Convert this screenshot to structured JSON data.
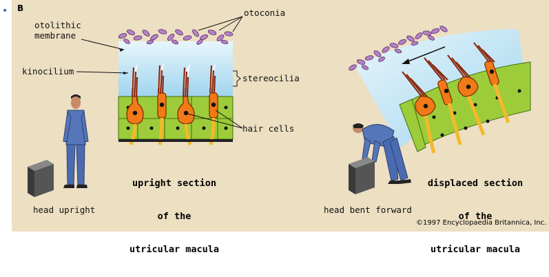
{
  "figure": {
    "bullet": "•",
    "panel_letter": "B",
    "labels": {
      "otolithic_membrane_line1": "otolithic",
      "otolithic_membrane_line2": "membrane",
      "otoconia": "otoconia",
      "kinocilium": "kinocilium",
      "stereocilia": "stereocilia",
      "hair_cells": "hair cells"
    },
    "upright_caption": [
      "upright section",
      "of the",
      "utricular macula"
    ],
    "displaced_caption": [
      "displaced section",
      "of the",
      "utricular macula"
    ],
    "head_upright": "head upright",
    "head_bent_forward": "head bent forward",
    "copyright": "©1997 Encyclopaedia Britannica, Inc."
  },
  "colors": {
    "background": "#ecdfc2",
    "membrane": "#bfe3f5",
    "otoconia": "#b483c4",
    "hair_cell": "#f07a18",
    "support_cell": "#9ccc3a",
    "nerve": "#f5b82a",
    "cilia": "#8b2a10"
  }
}
